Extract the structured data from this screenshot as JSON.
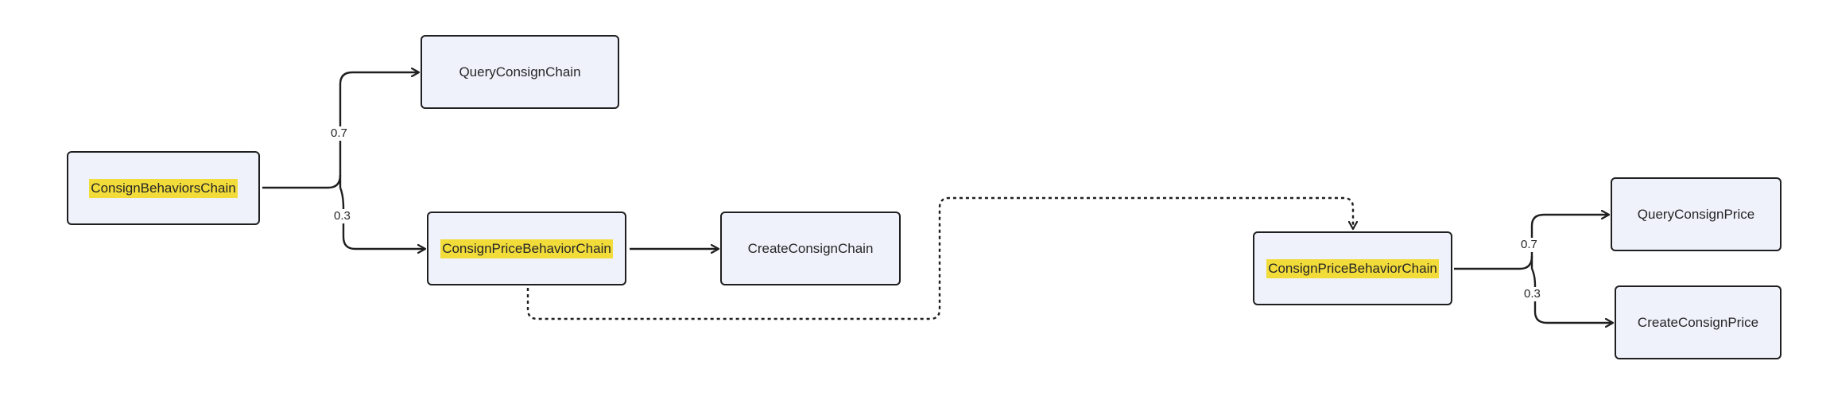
{
  "nodes": {
    "consign_behaviors_chain": "ConsignBehaviorsChain",
    "query_consign_chain": "QueryConsignChain",
    "consign_price_behavior_chain_left": "ConsignPriceBehaviorChain",
    "create_consign_chain": "CreateConsignChain",
    "consign_price_behavior_chain_right": "ConsignPriceBehaviorChain",
    "query_consign_price": "QueryConsignPrice",
    "create_consign_price": "CreateConsignPrice"
  },
  "edge_labels": {
    "left_upper": "0.7",
    "left_lower": "0.3",
    "right_upper": "0.7",
    "right_lower": "0.3"
  },
  "colors": {
    "node_fill": "#eff2fb",
    "node_border": "#1f1f1f",
    "highlight": "#f2dc3a"
  }
}
